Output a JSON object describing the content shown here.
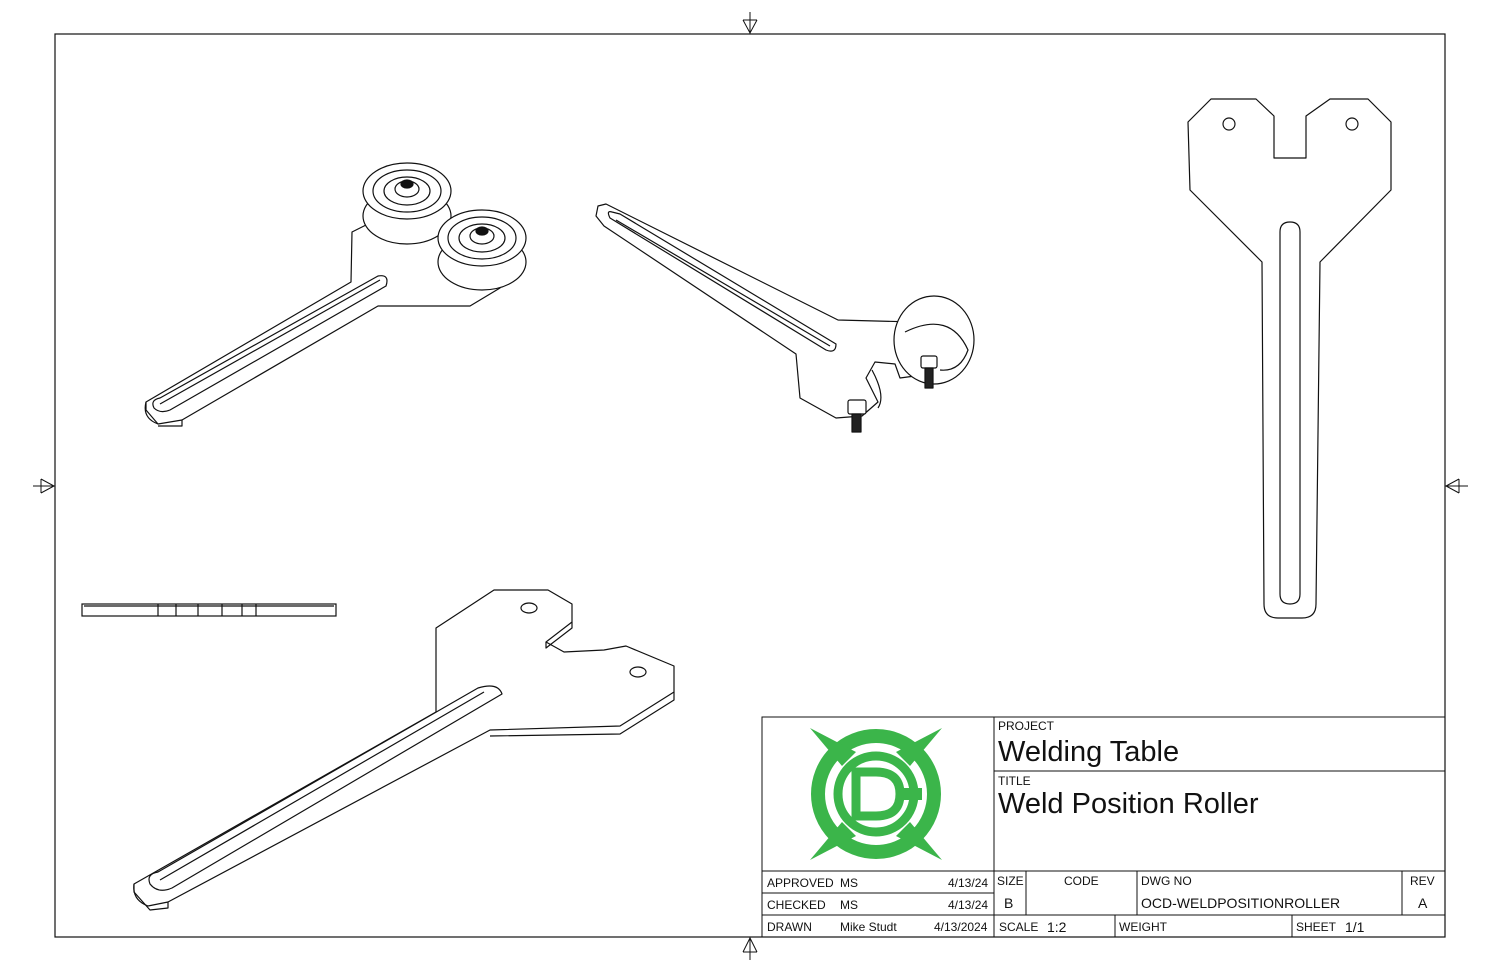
{
  "drawing": {
    "project_label": "PROJECT",
    "project": "Welding Table",
    "title_label": "TITLE",
    "title": "Weld Position Roller",
    "size_label": "SIZE",
    "size": "B",
    "code_label": "CODE",
    "dwg_no_label": "DWG NO",
    "dwg_no": "OCD-WELDPOSITIONROLLER",
    "rev_label": "REV",
    "rev": "A",
    "scale_label": "SCALE",
    "scale": "1:2",
    "weight_label": "WEIGHT",
    "sheet_label": "SHEET",
    "sheet": "1/1",
    "signoffs": [
      {
        "role": "APPROVED",
        "name": "MS",
        "date": "4/13/24"
      },
      {
        "role": "CHECKED",
        "name": "MS",
        "date": "4/13/24"
      },
      {
        "role": "DRAWN",
        "name": "Mike Studt",
        "date": "4/13/2024"
      }
    ]
  },
  "colors": {
    "logo_green": "#3bb54a",
    "line": "#111111"
  },
  "icons": {
    "logo": "ocd-logo-icon",
    "center_mark": "centering-arrow-icon"
  }
}
